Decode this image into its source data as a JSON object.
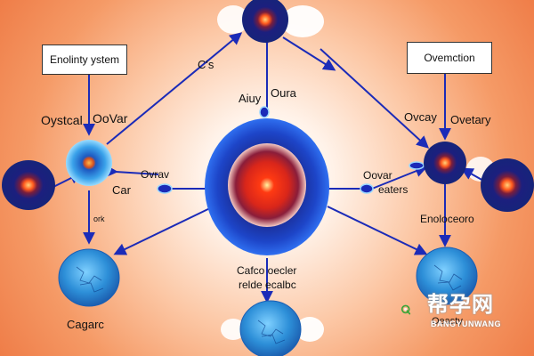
{
  "boxes": {
    "left": "Enolinty ystem",
    "right": "Ovemction"
  },
  "labels": {
    "top_cs": "C's",
    "top_center_left": "Aiuy",
    "top_center_right": "Oura",
    "left_upper": "Oystcal",
    "left_upper2": "OoVar",
    "left_mid1": "Ovrav",
    "left_mid2": "Car",
    "left_small": "ork",
    "left_bottom": "Cagarc",
    "center_bottom1": "Cafco oecler",
    "center_bottom2": "relde ecalbc",
    "right_upper1": "Ovcay",
    "right_upper2": "Ovetary",
    "right_mid1": "Oovar",
    "right_mid2": "eaters",
    "right_lower": "Enoloceoro",
    "right_bottom": "Oeasty"
  },
  "colors": {
    "arrow": "#1b2bb8",
    "core": "#ff3a12",
    "ring_blue": "#1d45c8",
    "cell_blue": "#2d8fd8"
  },
  "watermark": {
    "chinese": "帮孕网",
    "latin": "BANGYUNWANG"
  }
}
